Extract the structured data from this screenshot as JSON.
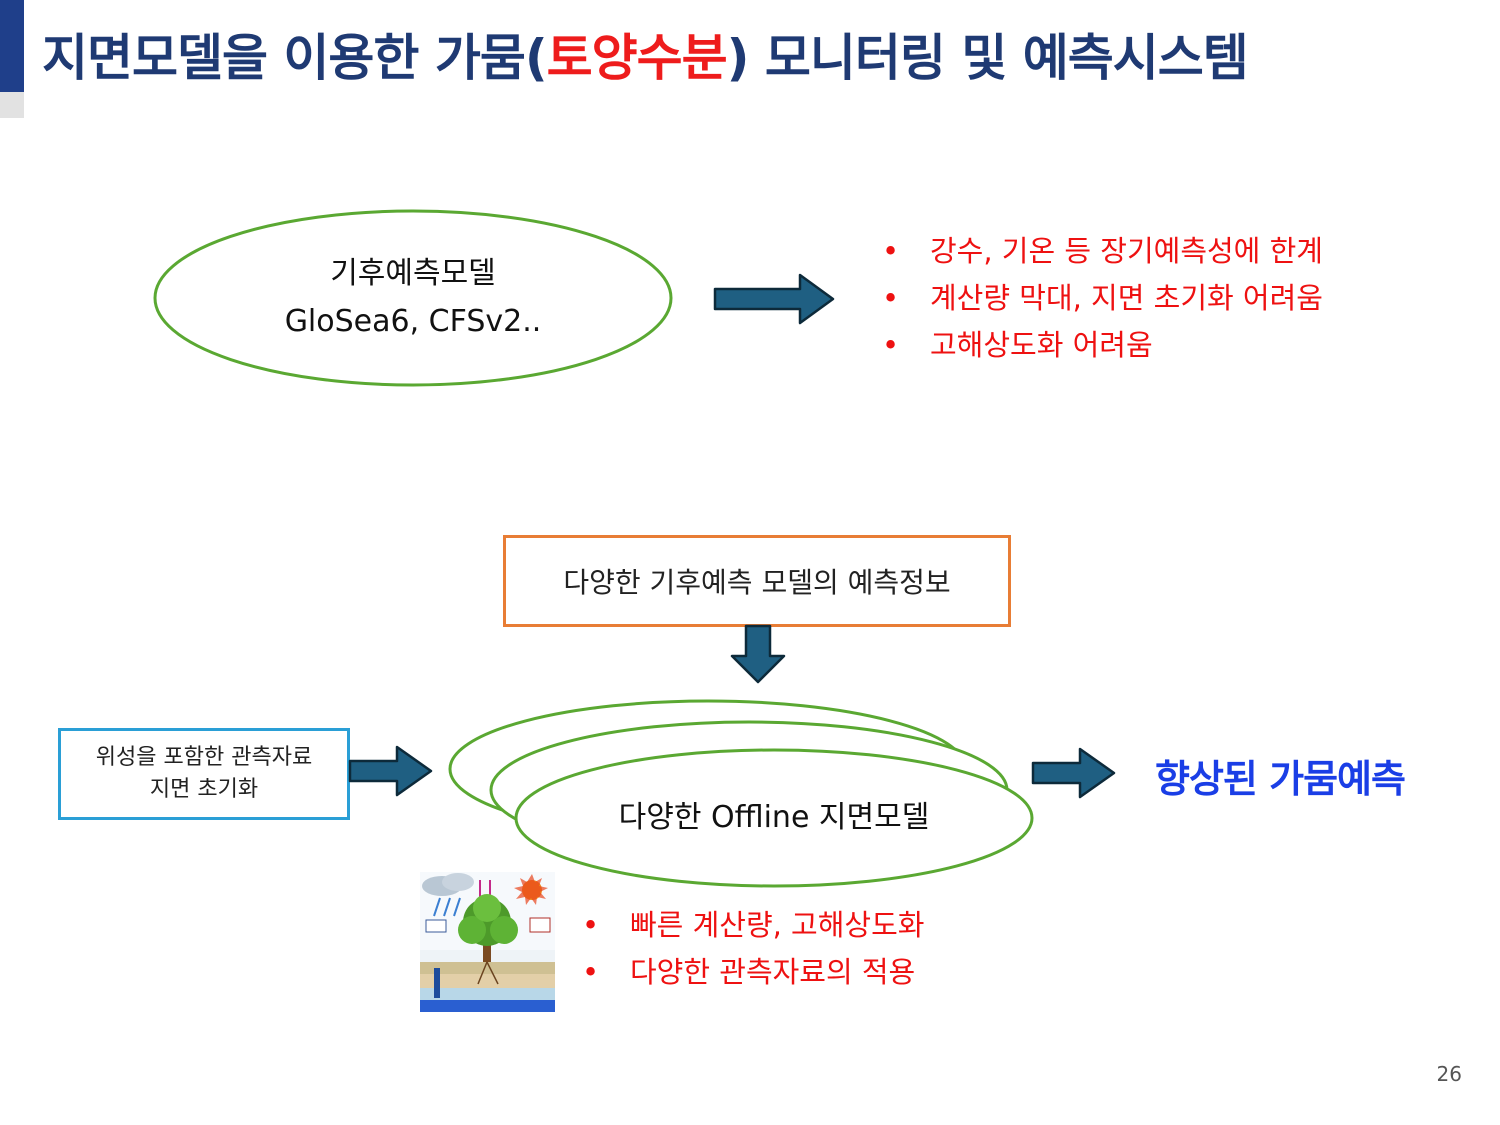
{
  "title": {
    "before": "지면모델을 이용한 가뭄(",
    "highlight": "토양수분",
    "after": ") 모니터링 및 예측시스템"
  },
  "top": {
    "ellipse": {
      "line1": "기후예측모델",
      "line2": "GloSea6, CFSv2.."
    },
    "bullets": [
      "강수, 기온 등 장기예측성에 한계",
      "계산량 막대, 지면 초기화 어려움",
      "고해상도화 어려움"
    ]
  },
  "bottom": {
    "forecast_box": "다양한 기후예측 모델의 예측정보",
    "obs_box": {
      "line1": "위성을 포함한 관측자료",
      "line2": "지면 초기화"
    },
    "model_ellipse": "다양한 Offline 지면모델",
    "result": "향상된 가뭄예측",
    "bullets": [
      "빠른 계산량, 고해상도화",
      "다양한 관측자료의 적용"
    ]
  },
  "page_number": "26",
  "colors": {
    "title": "#1f3a73",
    "highlight": "#ee1c1c",
    "ellipse_border": "#5aa832",
    "arrow_fill": "#1f5f82",
    "forecast_box_border": "#e87d35",
    "obs_box_border": "#2a9fd6",
    "result_text": "#1a3ee6",
    "bullet_text": "#ee1111"
  }
}
